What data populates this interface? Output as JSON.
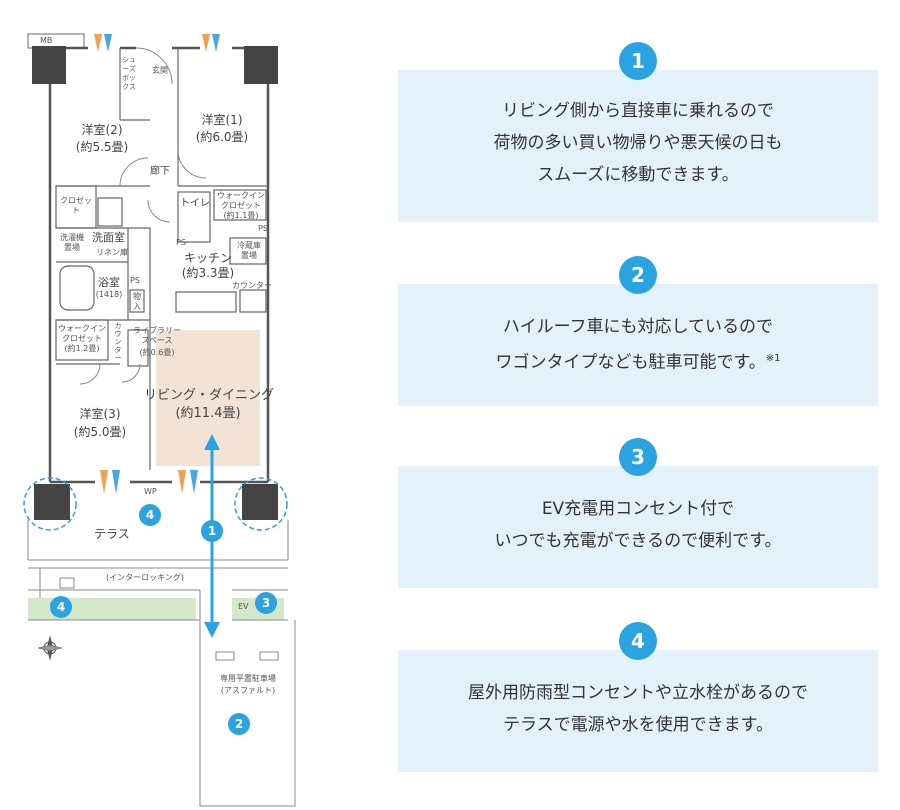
{
  "floorplan": {
    "rooms": {
      "mb": "MB",
      "genkan": "玄関",
      "shoebox": "シューズボックス",
      "western2_name": "洋室(2)",
      "western2_size": "(約5.5畳)",
      "western1_name": "洋室(1)",
      "western1_size": "(約6.0畳)",
      "corridor": "廊下",
      "closet": "クロゼット",
      "toilet": "トイレ",
      "wic1_name": "ウォークイン クロゼット",
      "wic1_size": "(約1.1畳)",
      "ps1": "PS",
      "ps2": "PS",
      "ps3": "PS",
      "washer": "洗濯機 置場",
      "washroom": "洗面室",
      "linen": "リネン庫",
      "fridge": "冷蔵庫 置場",
      "kitchen_name": "キッチン",
      "kitchen_size": "(約3.3畳)",
      "bath_name": "浴室",
      "bath_size": "(1418)",
      "storage": "物入",
      "counter1": "カウンター",
      "counter2": "カウンター",
      "wic2_name": "ウォークイン クロゼット",
      "wic2_size": "(約1.2畳)",
      "library_name": "ライブラリー スペース",
      "library_size": "(約0.6畳)",
      "living_name": "リビング・ダイニング",
      "living_size": "(約11.4畳)",
      "western3_name": "洋室(3)",
      "western3_size": "(約5.0畳)",
      "wp": "WP",
      "terrace": "テラス",
      "interlocking": "(インターロッキング)",
      "ev": "EV",
      "parking_name": "専用平置駐車場",
      "parking_sub": "(アスファルト)"
    },
    "pins": [
      "1",
      "2",
      "3",
      "4",
      "4"
    ]
  },
  "features": [
    {
      "number": "1",
      "lines": [
        "リビング側から直接車に乗れるので",
        "荷物の多い買い物帰りや悪天候の日も",
        "スムーズに移動できます。"
      ]
    },
    {
      "number": "2",
      "lines": [
        "ハイルーフ車にも対応しているので",
        "ワゴンタイプなども駐車可能です。"
      ],
      "note": "※1"
    },
    {
      "number": "3",
      "lines": [
        "EV充電用コンセント付で",
        "いつでも充電ができるので便利です。"
      ]
    },
    {
      "number": "4",
      "lines": [
        "屋外用防雨型コンセントや立水栓があるので",
        "テラスで電源や水を使用できます。"
      ]
    }
  ],
  "colors": {
    "accent": "#2aa3e0",
    "panel": "#e2f1fa",
    "living": "#f2e3d6",
    "green": "#d3e8c8",
    "wall": "#555555"
  }
}
